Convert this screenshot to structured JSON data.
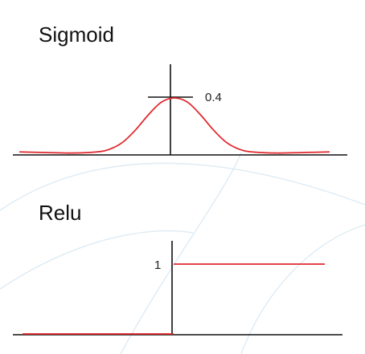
{
  "colors": {
    "curve": "#e0292e",
    "axis": "#111111",
    "background": "#ffffff",
    "decor": "#d6e6f1"
  },
  "chart_data": [
    {
      "type": "line",
      "title": "Sigmoid",
      "x": [
        -6,
        -5,
        -4,
        -3,
        -2.5,
        -2,
        -1.5,
        -1,
        -0.5,
        0,
        0.5,
        1,
        1.5,
        2,
        2.5,
        3,
        4,
        5,
        6
      ],
      "series": [
        {
          "values": [
            0.01,
            0.006,
            0.002,
            0.01,
            0.03,
            0.08,
            0.17,
            0.28,
            0.37,
            0.4,
            0.37,
            0.28,
            0.17,
            0.08,
            0.03,
            0.01,
            0.002,
            0.006,
            0.01
          ]
        }
      ],
      "xlim": [
        -6,
        6
      ],
      "ylim": [
        0,
        0.4
      ],
      "ytick_labels": [
        "0.4"
      ],
      "xlabel": "",
      "ylabel": "",
      "grid": false
    },
    {
      "type": "line",
      "title": "Relu",
      "x": [
        -6,
        0,
        0,
        6
      ],
      "series": [
        {
          "values": [
            0,
            0,
            1,
            1
          ]
        }
      ],
      "xlim": [
        -6,
        6
      ],
      "ylim": [
        0,
        1
      ],
      "ytick_labels": [
        "1"
      ],
      "xlabel": "",
      "ylabel": "",
      "grid": false
    }
  ]
}
